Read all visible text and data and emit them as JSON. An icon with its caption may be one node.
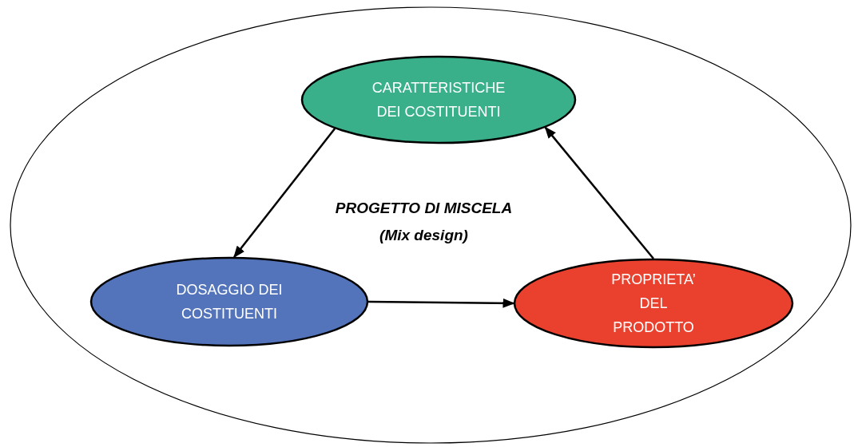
{
  "diagram": {
    "nodes": [
      {
        "text": [
          "PROGETTO DI MISCELA (Mix design)"
        ]
      },
      {
        "text": [
          "CARATTERISTICHE DEI COSTITUENTI"
        ],
        "in": 0
      },
      {
        "text": [
          "DOSAGGIO DEI COSTITUENTI"
        ],
        "in": 0
      },
      {
        "text": [
          "PROPRIETA’ DEL PRODOTTO"
        ],
        "in": 0
      }
    ],
    "edges": [
      {
        "from": 1,
        "to": 2,
        "arrow": "to"
      },
      {
        "from": 2,
        "to": 3,
        "arrow": "to"
      },
      {
        "from": 3,
        "to": 1,
        "arrow": "to"
      }
    ]
  }
}
